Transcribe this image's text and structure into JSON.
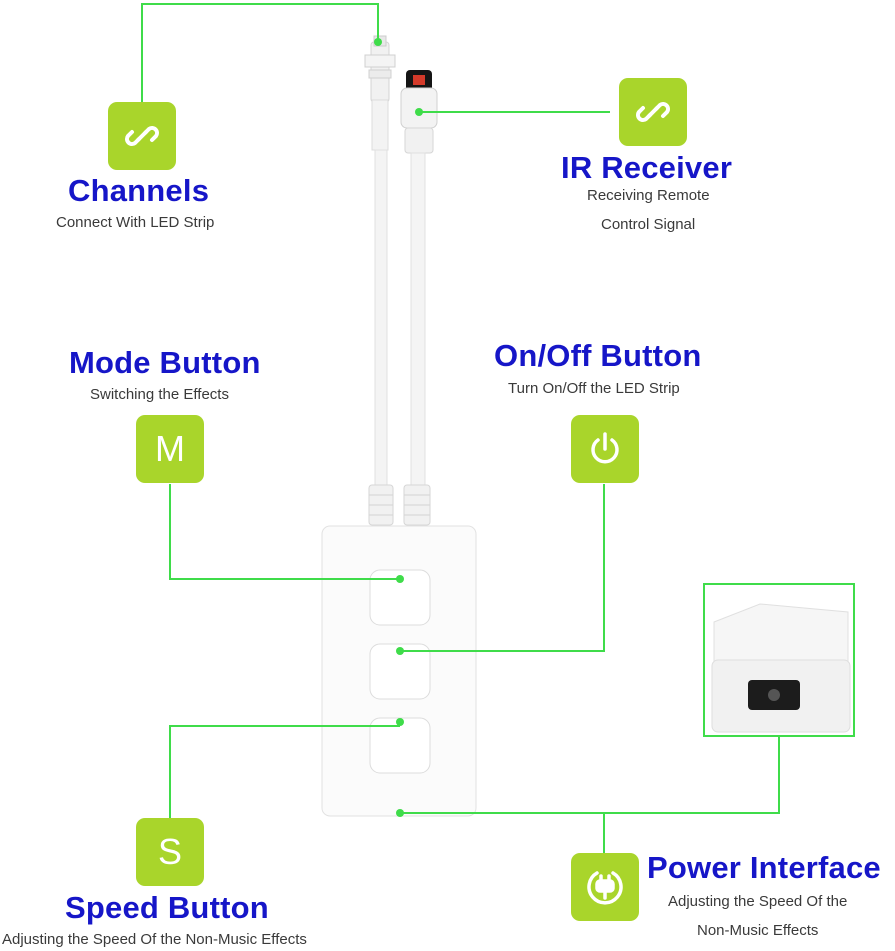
{
  "accent_color": "#a9d52b",
  "line_color": "#3fdc4a",
  "title_color": "#1616c8",
  "channels": {
    "title": "Channels",
    "desc": "Connect With LED Strip",
    "icon": "link-icon"
  },
  "ir_receiver": {
    "title": "IR Receiver",
    "desc_line1": "Receiving Remote",
    "desc_line2": "Control Signal",
    "icon": "link-icon"
  },
  "mode_button": {
    "title": "Mode Button",
    "desc": "Switching the Effects",
    "icon_letter": "M"
  },
  "onoff_button": {
    "title": "On/Off Button",
    "desc": "Turn On/Off the LED Strip",
    "icon": "power-icon"
  },
  "speed_button": {
    "title": "Speed Button",
    "desc": "Adjusting the Speed Of the Non-Music Effects",
    "icon_letter": "S"
  },
  "power_interface": {
    "title": "Power Interface",
    "desc_line1": "Adjusting the Speed Of the",
    "desc_line2": "Non-Music Effects",
    "icon": "plug-icon"
  }
}
